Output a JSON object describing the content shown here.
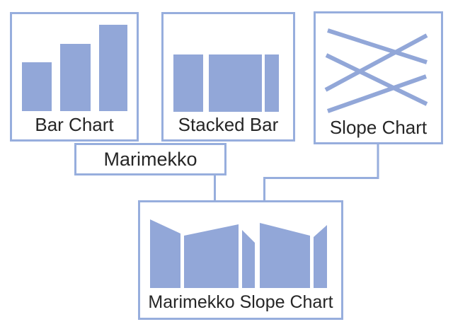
{
  "diagram": {
    "background": "#ffffff",
    "colors": {
      "shape_fill": "#92a7d8",
      "node_border": "#97aedd",
      "connector": "#97aedd",
      "label_text": "#262626"
    },
    "nodes": [
      {
        "id": "bar-chart",
        "label": "Bar Chart",
        "icon": "bar-chart-icon"
      },
      {
        "id": "stacked-bar",
        "label": "Stacked Bar",
        "icon": "stacked-bar-icon"
      },
      {
        "id": "slope-chart",
        "label": "Slope Chart",
        "icon": "slope-chart-icon"
      },
      {
        "id": "marimekko",
        "label": "Marimekko",
        "icon": "none"
      },
      {
        "id": "marimekko-slope-chart",
        "label": "Marimekko Slope Chart",
        "icon": "marimekko-slope-chart-icon"
      }
    ],
    "edges": [
      {
        "from": "Bar Chart",
        "to": "Marimekko"
      },
      {
        "from": "Stacked Bar",
        "to": "Marimekko"
      },
      {
        "from": "Slope Chart",
        "to": "Marimekko Slope Chart"
      },
      {
        "from": "Marimekko",
        "to": "Marimekko Slope Chart"
      }
    ]
  }
}
